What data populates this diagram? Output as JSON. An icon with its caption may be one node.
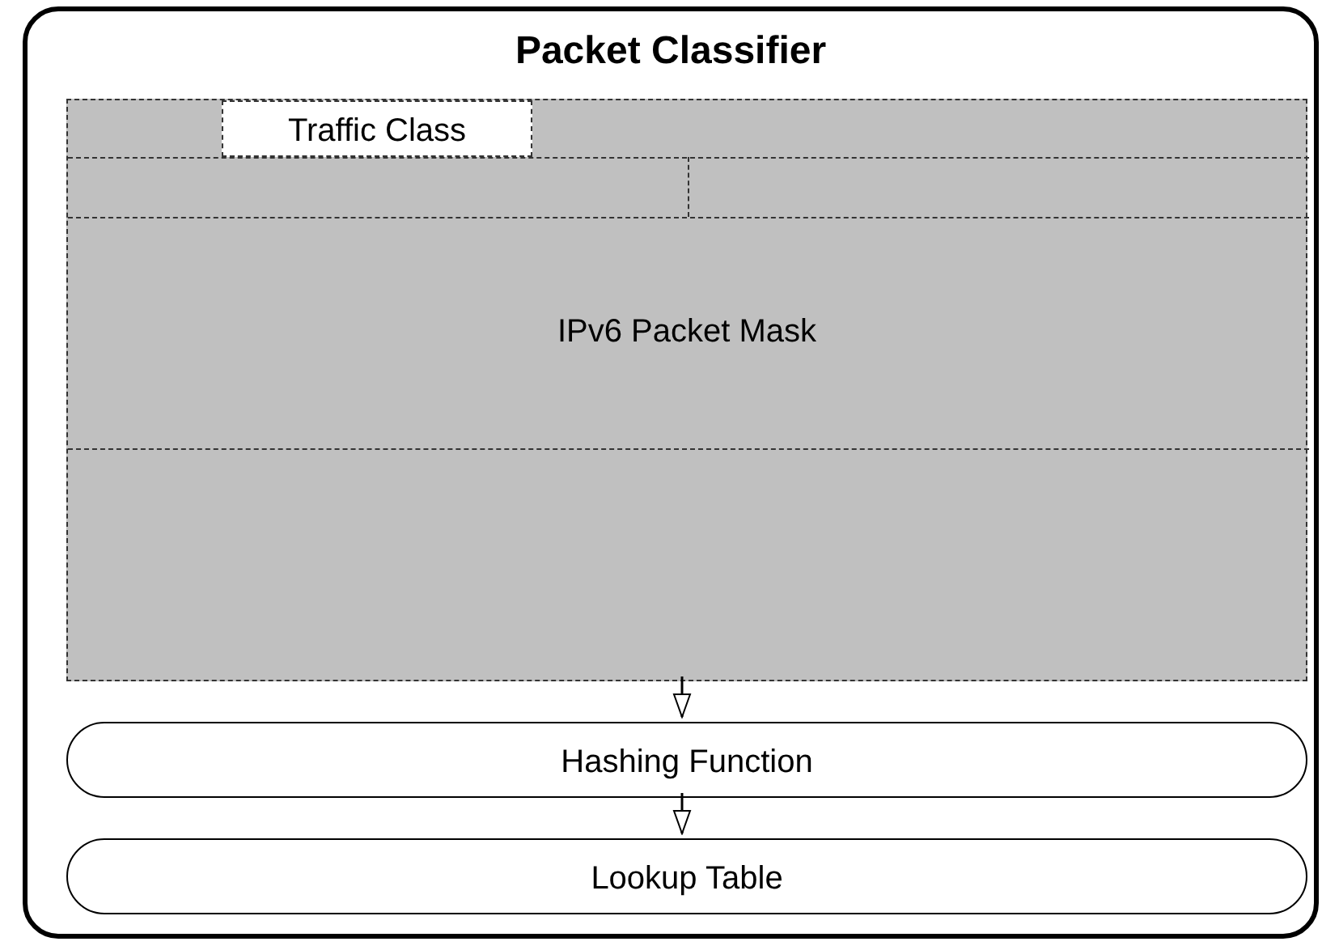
{
  "diagram": {
    "nodes": [
      {
        "text": [
          "Packet Classifier"
        ]
      },
      {
        "text": [
          "IPv6 Packet Mask"
        ],
        "in": 0
      },
      {
        "text": [
          "Traffic Class"
        ],
        "in": 1
      },
      {
        "text": [
          "Hashing Function"
        ],
        "in": 0
      },
      {
        "text": [
          "Lookup Table"
        ],
        "in": 0
      }
    ],
    "edges": [
      {
        "from": 1,
        "to": 3,
        "arrow": "to"
      },
      {
        "from": 3,
        "to": 4,
        "arrow": "to"
      }
    ]
  }
}
